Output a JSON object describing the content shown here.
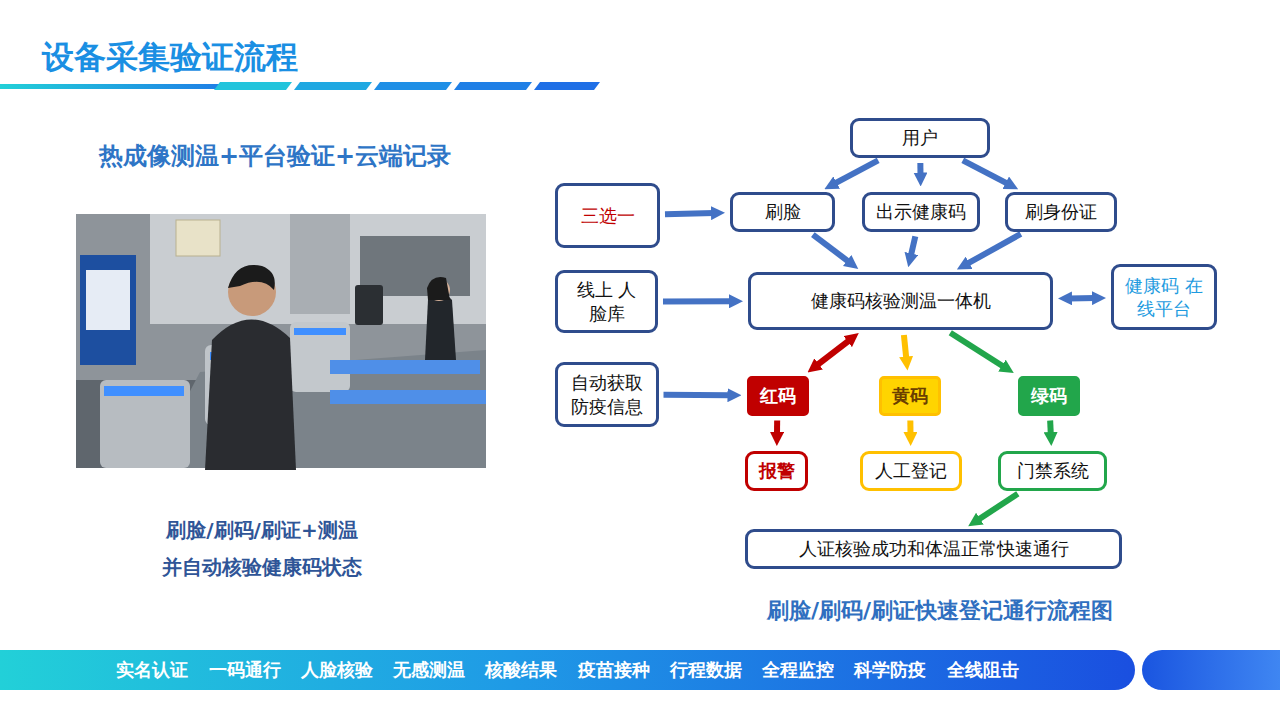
{
  "diagram": {
    "title": "设备采集验证流程",
    "caption": "刷脸/刷码/刷证快速登记通行流程图",
    "nodes": [
      {
        "text": [
          "用户"
        ]
      },
      {
        "text": [
          "三选一"
        ]
      },
      {
        "text": [
          "刷脸"
        ]
      },
      {
        "text": [
          "出示健康码"
        ]
      },
      {
        "text": [
          "刷身份证"
        ]
      },
      {
        "text": [
          "线上 人脸库"
        ]
      },
      {
        "text": [
          "健康码核验测温一体机"
        ]
      },
      {
        "text": [
          "健康码 在线平台"
        ]
      },
      {
        "text": [
          "自动获取 防疫信息"
        ]
      },
      {
        "text": [
          "红码"
        ]
      },
      {
        "text": [
          "黄码"
        ]
      },
      {
        "text": [
          "绿码"
        ]
      },
      {
        "text": [
          "报警"
        ]
      },
      {
        "text": [
          "人工登记"
        ]
      },
      {
        "text": [
          "门禁系统"
        ]
      },
      {
        "text": [
          "人证核验成功和体温正常快速通行"
        ]
      },
      {
        "text": [
          "实名认证 一码通行 人脸核验 无感测温 核酸结果 疫苗接种 行程数据 全程监控 科学防疫 全线阻击"
        ]
      }
    ],
    "edges": [
      {
        "from": 0,
        "to": 2,
        "arrow": "to"
      },
      {
        "from": 0,
        "to": 3,
        "arrow": "to"
      },
      {
        "from": 0,
        "to": 4,
        "arrow": "to"
      },
      {
        "from": 1,
        "to": 2,
        "arrow": "to"
      },
      {
        "from": 2,
        "to": 6,
        "arrow": "to"
      },
      {
        "from": 3,
        "to": 6,
        "arrow": "to"
      },
      {
        "from": 4,
        "to": 6,
        "arrow": "to"
      },
      {
        "from": 6,
        "to": 7,
        "arrow": "both"
      },
      {
        "from": 5,
        "to": 6,
        "arrow": "to"
      },
      {
        "from": 8,
        "to": 9,
        "arrow": "to"
      },
      {
        "from": 6,
        "to": 9,
        "arrow": "both"
      },
      {
        "from": 6,
        "to": 10,
        "arrow": "to"
      },
      {
        "from": 6,
        "to": 11,
        "arrow": "to"
      },
      {
        "from": 9,
        "to": 12,
        "arrow": "to"
      },
      {
        "from": 10,
        "to": 13,
        "arrow": "to"
      },
      {
        "from": 11,
        "to": 14,
        "arrow": "to"
      },
      {
        "from": 14,
        "to": 15,
        "arrow": "to"
      }
    ],
    "labels": [
      "热成像测温+平台验证+云端记录",
      "刷脸/刷码/刷证+测温",
      "并自动核验健康码状态"
    ]
  }
}
